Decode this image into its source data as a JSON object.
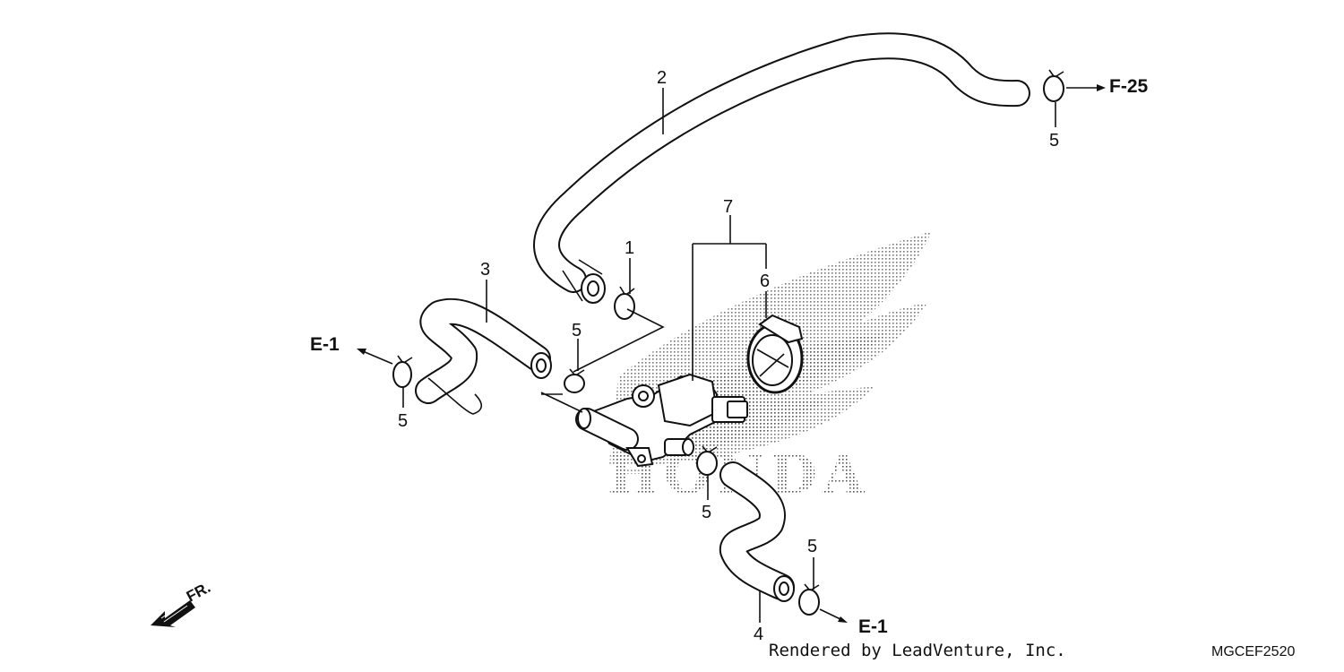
{
  "diagram": {
    "callouts": {
      "c1": "1",
      "c2": "2",
      "c3": "3",
      "c4": "4",
      "c5_top_right": "5",
      "c5_left": "5",
      "c5_mid_upper": "5",
      "c5_mid_lower": "5",
      "c5_bottom_right": "5",
      "c6": "6",
      "c7": "7"
    },
    "refs": {
      "f25": "F-25",
      "e1_left": "E-1",
      "e1_bottom": "E-1"
    },
    "front_label": "FR.",
    "watermark_text": "HONDA",
    "credit": "Rendered by LeadVenture, Inc.",
    "diagram_code": "MGCEF2520",
    "colors": {
      "line": "#111111",
      "background": "#ffffff",
      "watermark_dots": "#555555"
    }
  }
}
